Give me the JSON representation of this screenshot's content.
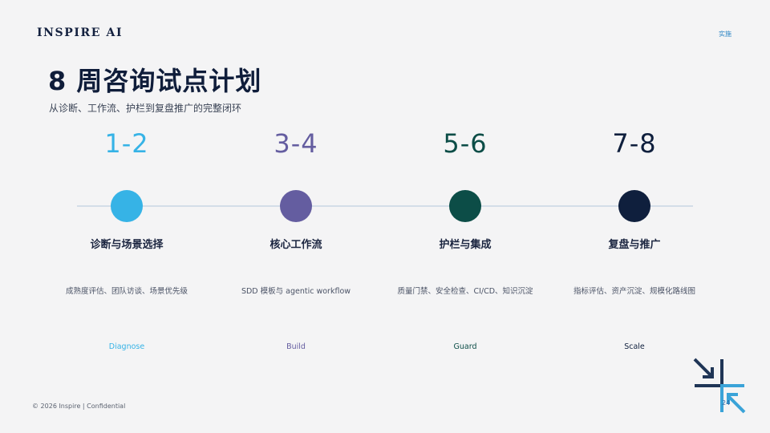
{
  "header": {
    "brand": "INSPIRE AI",
    "section": "实施"
  },
  "title": "8 周咨询试点计划",
  "subtitle": "从诊断、工作流、护栏到复盘推广的完整闭环",
  "phases": [
    {
      "weeks": "1-2",
      "name": "诊断与场景选择",
      "desc": "成熟度评估、团队访谈、场景优先级",
      "tag": "Diagnose",
      "color": "#36b3e6"
    },
    {
      "weeks": "3-4",
      "name": "核心工作流",
      "desc": "SDD 模板与 agentic workflow",
      "tag": "Build",
      "color": "#645da0"
    },
    {
      "weeks": "5-6",
      "name": "护栏与集成",
      "desc": "质量门禁、安全检查、CI/CD、知识沉淀",
      "tag": "Guard",
      "color": "#0c4d47"
    },
    {
      "weeks": "7-8",
      "name": "复盘与推广",
      "desc": "指标评估、资产沉淀、规模化路线图",
      "tag": "Scale",
      "color": "#0f1f3d"
    }
  ],
  "footer": "© 2026  Inspire  |  Confidential",
  "page_number": "24"
}
